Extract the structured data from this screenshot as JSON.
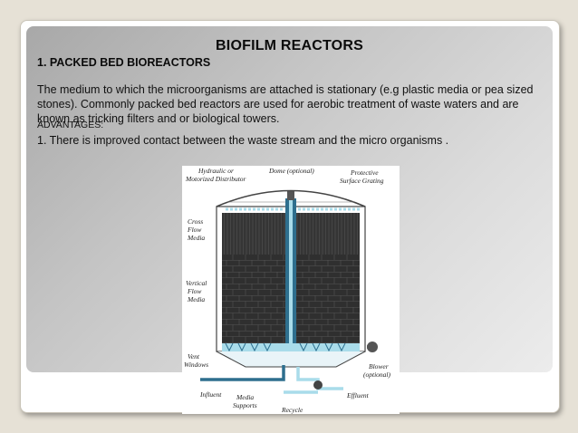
{
  "slide": {
    "title": "BIOFILM REACTORS",
    "subtitle": "1. PACKED BED BIOREACTORS",
    "paragraph": " The medium to which the microorganisms are attached is stationary (e.g plastic media or pea sized stones). Commonly packed bed reactors are used for aerobic treatment of waste waters and are known as tricking filters and or biological towers.",
    "advantages_heading": "ADVANTAGES:",
    "advantage_1": "1. There is improved contact between the waste stream and the micro organisms ."
  },
  "diagram": {
    "labels": {
      "hydraulic_1": "Hydraulic or",
      "hydraulic_2": "Motorized Distributor",
      "dome": "Dome (optional)",
      "protective_1": "Protective",
      "protective_2": "Surface Grating",
      "cross_1": "Cross",
      "cross_2": "Flow",
      "cross_3": "Media",
      "vertical_1": "Vertical",
      "vertical_2": "Flow",
      "vertical_3": "Media",
      "vent_1": "Vent",
      "vent_2": "Windows",
      "blower_1": "Blower",
      "blower_2": "(optional)",
      "influent": "Influent",
      "media_1": "Media",
      "media_2": "Supports",
      "effluent": "Effluent",
      "recycle": "Recycle"
    },
    "colors": {
      "media": "#2f2f2f",
      "water": "#a9dcea",
      "column": "#2e6f8e"
    }
  }
}
